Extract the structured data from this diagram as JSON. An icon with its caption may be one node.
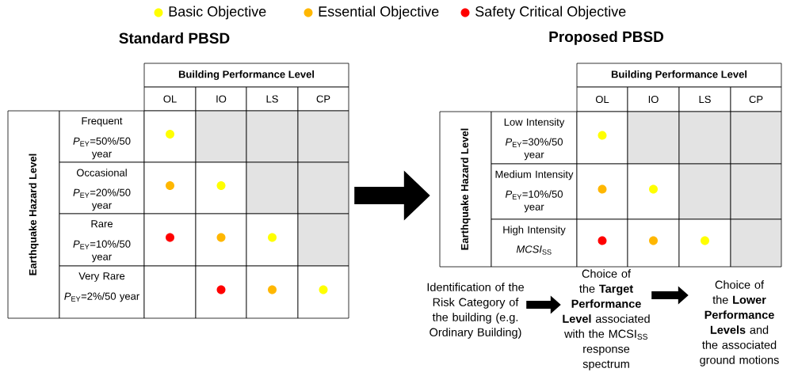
{
  "diagram": {
    "nodes": [
      {
        "text": [
          "Standard PBSD",
          "Building Performance Level",
          "OL",
          "IO",
          "LS",
          "CP",
          "Earthquake Hazard Level",
          "Frequent",
          "*P*$_{EY}$=50%/50 year",
          "Occasional",
          "*P*$_{EY}$=20%/50 year",
          "Rare",
          "*P*$_{EY}$=10%/50 year",
          "Very Rare",
          "*P*$_{EY}$=2%/50 year"
        ]
      },
      {
        "text": [
          "Proposed PBSD",
          "Building Performance Level",
          "OL",
          "IO",
          "LS",
          "CP",
          "Earthquake Hazard Level",
          "Low Intensity",
          "*P*$_{EY}$=30%/50 year",
          "Medium Intensity",
          "*P*$_{EY}$=10%/50 year",
          "High Intensity",
          "*MCSI*$_{SS}$"
        ]
      },
      {
        "text": [
          "Identification of the Risk Category of the building (e.g. Ordinary Building)"
        ]
      },
      {
        "text": [
          "Choice of the **Target Performance Level** associated with the MCSI$_{SS}$ response spectrum"
        ]
      },
      {
        "text": [
          "Choice of the **Lower Performance Levels** and the associated ground motions"
        ]
      }
    ],
    "edges": [
      {
        "from": 0,
        "to": 1,
        "arrow": "to",
        "style": "thick"
      },
      {
        "from": 2,
        "to": 3,
        "arrow": "to"
      },
      {
        "from": 3,
        "to": 4,
        "arrow": "to"
      }
    ],
    "legend": [
      {
        "text": "Basic Objective",
        "color": "#ffff00"
      },
      {
        "text": "Essential Objective",
        "color": "#ffb700"
      },
      {
        "text": "Safety Critical Objective",
        "color": "#ff0000"
      }
    ]
  }
}
